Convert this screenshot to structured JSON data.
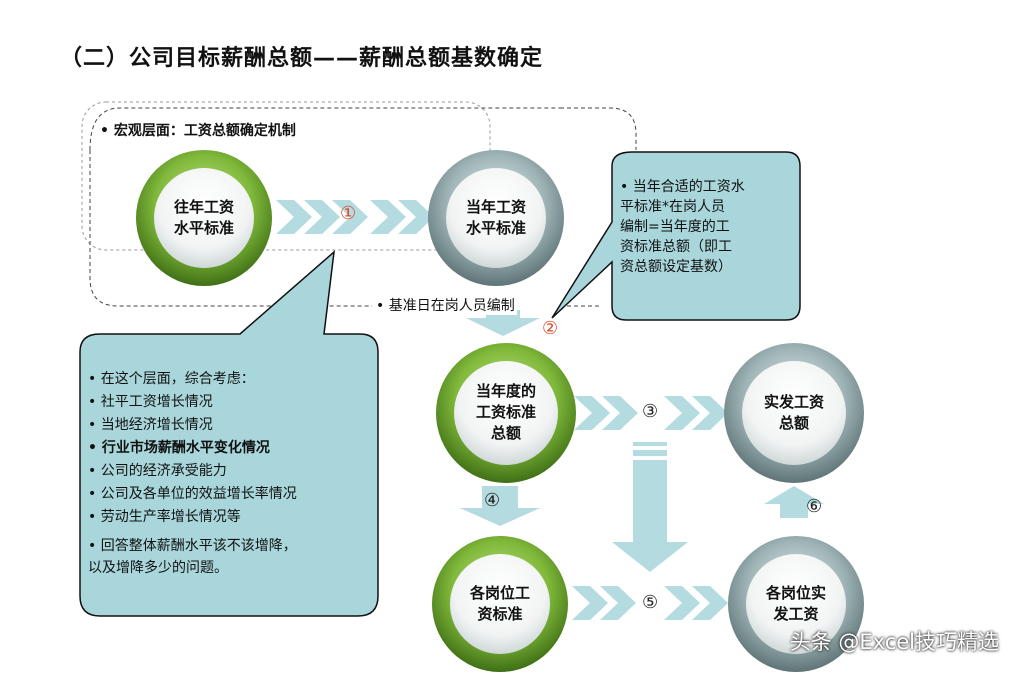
{
  "title": "（二）公司目标薪酬总额——薪酬总额基数确定",
  "macro_label": "• 宏观层面：工资总额确定机制",
  "nodes": {
    "past_standard": "往年工资\n水平标准",
    "current_standard": "当年工资\n水平标准",
    "annual_total": "当年度的\n工资标准\n总额",
    "actual_total": "实发工资\n总额",
    "post_standard": "各岗位工\n资标准",
    "post_actual": "各岗位实\n发工资"
  },
  "steps": [
    "①",
    "②",
    "③",
    "④",
    "⑤",
    "⑥"
  ],
  "headcount_label": "• 基准日在岗人员编制",
  "callout_right": "• 当年合适的工资水\n  平标准*在岗人员\n  编制=当年度的工\n  资标准总额（即工\n  资总额设定基数）",
  "callout_left": {
    "items": [
      "• 在这个层面，综合考虑：",
      "• 社平工资增长情况",
      "• 当地经济增长情况",
      "• 行业市场薪酬水平变化情况",
      "• 公司的经济承受能力",
      "• 公司及各单位的效益增长率情况",
      "• 劳动生产率增长情况等"
    ],
    "conclusion": "• 回答整体薪酬水平该不该增降，\n  以及增降多少的问题。"
  },
  "watermark": "头条 @Excel技巧精选",
  "colors": {
    "green_ring": "#6fa82a",
    "gray_ring": "#8fa4a6",
    "callout_fill": "#a9d6db",
    "arrow_fill": "#b3dbe0",
    "step_red": "#e24a2a"
  }
}
